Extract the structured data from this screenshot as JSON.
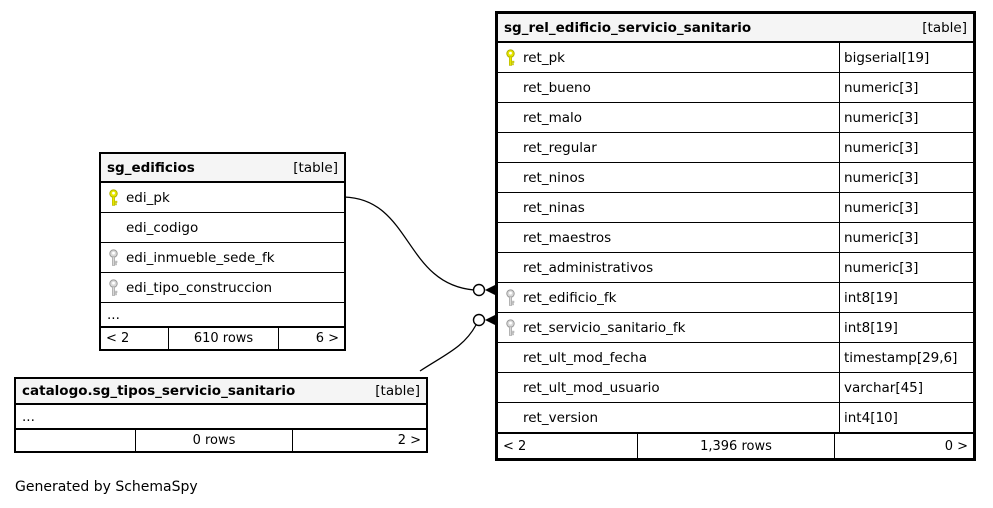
{
  "canvas": {
    "generated_by": "Generated by SchemaSpy"
  },
  "colors": {
    "pk_key_fill": "#e8e800",
    "pk_key_stroke": "#b0b000",
    "fk_key_fill": "#d9d9d9",
    "fk_key_stroke": "#9a9a9a",
    "header_bg": "#f5f5f5",
    "border": "#000000"
  },
  "tables": [
    {
      "name": "sg_rel_edificio_servicio_sanitario",
      "badge": "[table]",
      "columns": [
        {
          "name": "ret_pk",
          "type": "bigserial[19]",
          "key": "pk"
        },
        {
          "name": "ret_bueno",
          "type": "numeric[3]"
        },
        {
          "name": "ret_malo",
          "type": "numeric[3]"
        },
        {
          "name": "ret_regular",
          "type": "numeric[3]"
        },
        {
          "name": "ret_ninos",
          "type": "numeric[3]"
        },
        {
          "name": "ret_ninas",
          "type": "numeric[3]"
        },
        {
          "name": "ret_maestros",
          "type": "numeric[3]"
        },
        {
          "name": "ret_administrativos",
          "type": "numeric[3]"
        },
        {
          "name": "ret_edificio_fk",
          "type": "int8[19]",
          "key": "fk"
        },
        {
          "name": "ret_servicio_sanitario_fk",
          "type": "int8[19]",
          "key": "fk"
        },
        {
          "name": "ret_ult_mod_fecha",
          "type": "timestamp[29,6]"
        },
        {
          "name": "ret_ult_mod_usuario",
          "type": "varchar[45]"
        },
        {
          "name": "ret_version",
          "type": "int4[10]"
        }
      ],
      "footer": {
        "left": "< 2",
        "center": "1,396 rows",
        "right": "0 >"
      }
    },
    {
      "name": "sg_edificios",
      "badge": "[table]",
      "columns": [
        {
          "name": "edi_pk",
          "key": "pk"
        },
        {
          "name": "edi_codigo"
        },
        {
          "name": "edi_inmueble_sede_fk",
          "key": "fk"
        },
        {
          "name": "edi_tipo_construccion",
          "key": "fk"
        },
        {
          "name": "...",
          "ellipsis": true
        }
      ],
      "footer": {
        "left": "< 2",
        "center": "610 rows",
        "right": "6 >"
      }
    },
    {
      "name": "catalogo.sg_tipos_servicio_sanitario",
      "badge": "[table]",
      "columns": [
        {
          "name": "...",
          "ellipsis": true
        }
      ],
      "footer": {
        "left": "",
        "center": "0 rows",
        "right": "2 >"
      }
    }
  ]
}
